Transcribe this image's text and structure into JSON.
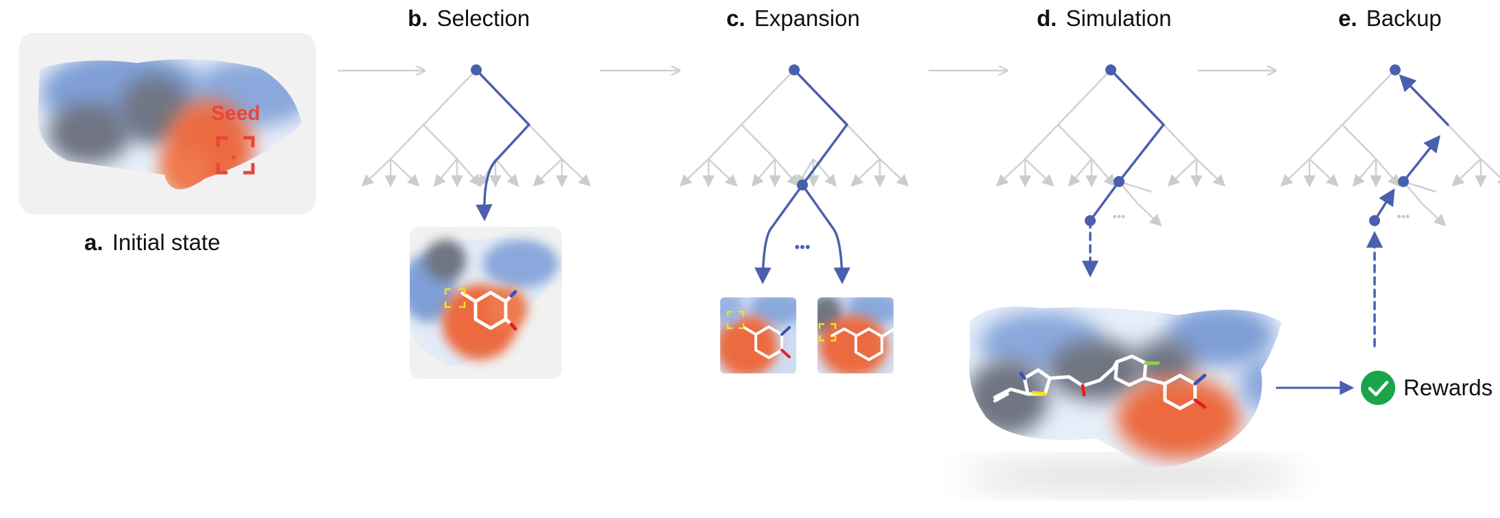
{
  "steps": {
    "a": {
      "letter": "a.",
      "label": "Initial state"
    },
    "b": {
      "letter": "b.",
      "label": "Selection"
    },
    "c": {
      "letter": "c.",
      "label": "Expansion"
    },
    "d": {
      "letter": "d.",
      "label": "Simulation"
    },
    "e": {
      "letter": "e.",
      "label": "Backup"
    }
  },
  "seed_label": "Seed",
  "ellipsis": "•••",
  "rewards_label": "Rewards",
  "colors": {
    "tree_active": "#4a5fae",
    "tree_inactive": "#d0d0d0",
    "flow_arrow": "#cfcfcf",
    "seed": "#e8453c",
    "pocket_blue": "#7f9fd6",
    "pocket_red": "#ec6a3f",
    "pocket_gray": "#6f7482",
    "panel_bg": "#f1f1f1",
    "reward_check": "#1aa54a",
    "ligand": "#ffffff",
    "nitrogen": "#3b4fb3",
    "oxygen": "#e02020",
    "sulfur": "#f5e21b",
    "fluorine": "#8fd14f"
  },
  "icons": [
    "seed-bracket-icon",
    "check-icon",
    "ligand-fragment-icon"
  ]
}
